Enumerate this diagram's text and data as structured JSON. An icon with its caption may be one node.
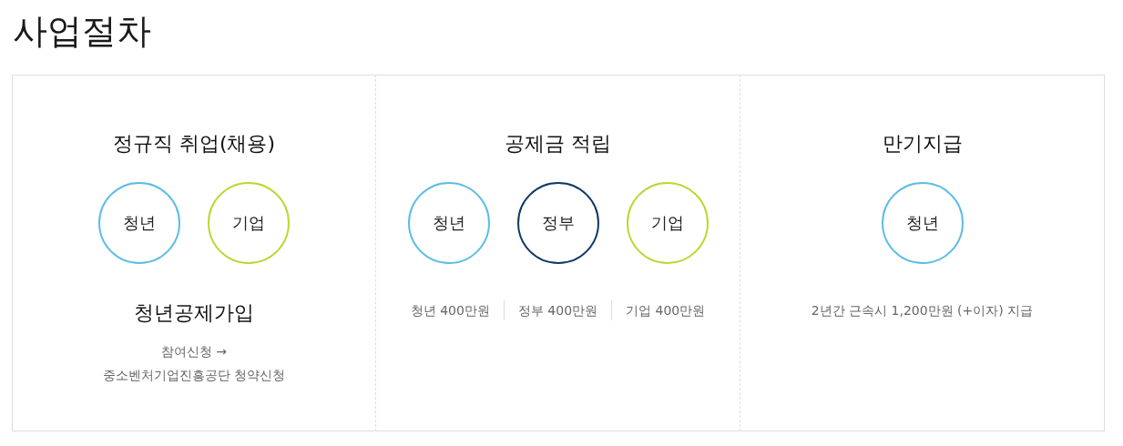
{
  "diagram": {
    "title": "사업절차",
    "nodes": [
      {
        "text": [
          "정규직 취업(채용)",
          "청년공제가입",
          "참여신청 → 중소벤처기업진흥공단 청약신청"
        ]
      },
      {
        "text": [
          "청년"
        ],
        "in": 0
      },
      {
        "text": [
          "기업"
        ],
        "in": 0
      },
      {
        "text": [
          "공제금 적립",
          "청년 400만원",
          "정부 400만원",
          "기업 400만원"
        ]
      },
      {
        "text": [
          "청년"
        ],
        "in": 3
      },
      {
        "text": [
          "정부"
        ],
        "in": 3
      },
      {
        "text": [
          "기업"
        ],
        "in": 3
      },
      {
        "text": [
          "만기지급",
          "2년간 근속시 1,200만원 (+이자) 지급"
        ]
      },
      {
        "text": [
          "청년"
        ],
        "in": 7
      }
    ]
  }
}
